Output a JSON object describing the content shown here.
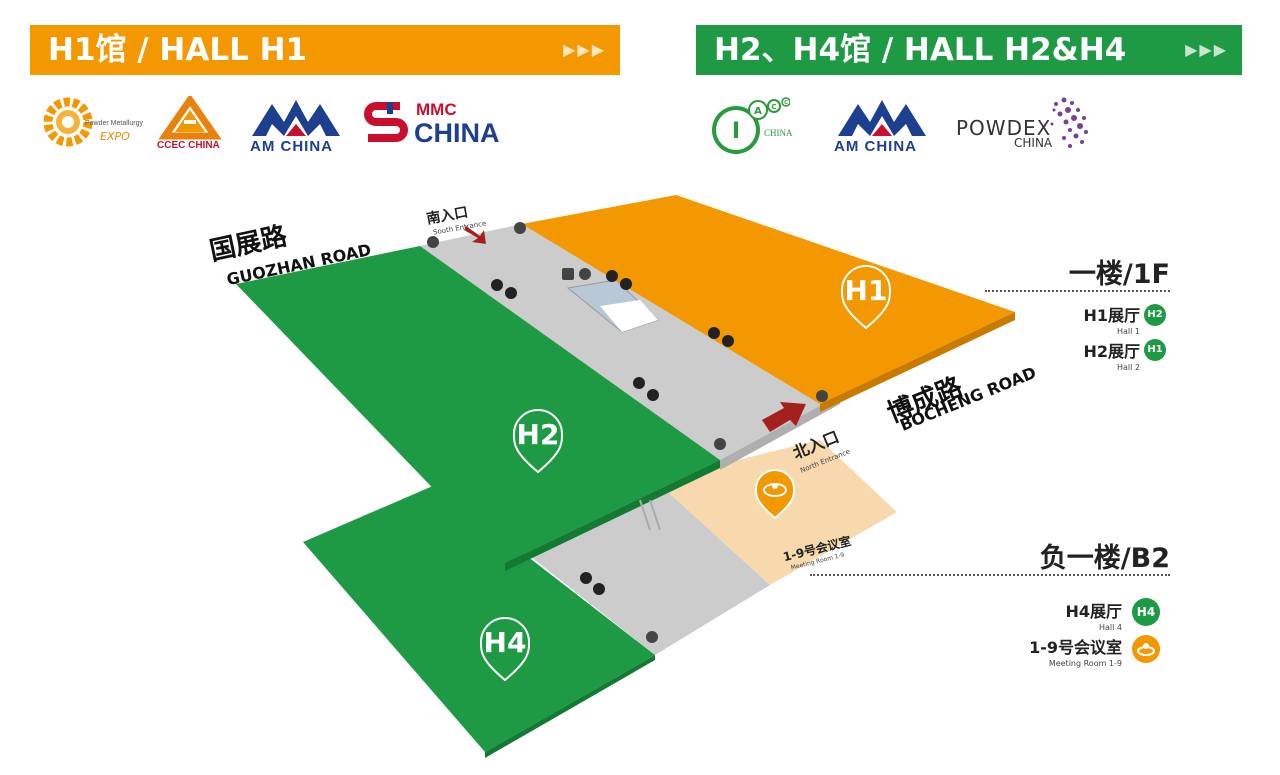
{
  "banners": {
    "h1": {
      "title": "H1馆 / HALL H1",
      "arrows": "▶▶▶"
    },
    "h2h4": {
      "title": "H2、H4馆 / HALL H2&H4",
      "arrows": "▶▶▶"
    }
  },
  "logos": {
    "pm_expo": {
      "line1": "Powder Metallurgy",
      "line2": "EXPO"
    },
    "ccec": {
      "text": "CCEC CHINA"
    },
    "am_china_1": {
      "text": "AM CHINA"
    },
    "mmc": {
      "top": "MMC",
      "bottom": "CHINA"
    },
    "iacc": {
      "letters": [
        "I",
        "A",
        "C",
        "C"
      ],
      "text": "CHINA"
    },
    "am_china_2": {
      "text": "AM CHINA"
    },
    "powdex": {
      "top": "POWDEX",
      "bottom": "CHINA"
    }
  },
  "roads": {
    "guozhan": {
      "zh": "国展路",
      "en": "GUOZHAN ROAD"
    },
    "bocheng": {
      "zh": "博成路",
      "en": "BOCHENG ROAD"
    }
  },
  "entrances": {
    "south": {
      "zh": "南入口",
      "en": "South Entrance"
    },
    "north": {
      "zh": "北入口",
      "en": "North Entrance"
    }
  },
  "halls": {
    "h1": {
      "label": "H1"
    },
    "h2": {
      "label": "H2"
    },
    "h4": {
      "label": "H4"
    },
    "meeting": {
      "zh": "1-9号会议室",
      "en": "Meeting Room 1-9"
    }
  },
  "legend": {
    "floor1": {
      "title": "一楼/1F",
      "items": [
        {
          "zh": "H1展厅",
          "en": "Hall 1",
          "badge": "H2"
        },
        {
          "zh": "H2展厅",
          "en": "Hall 2",
          "badge": "H1"
        }
      ]
    },
    "floorb2": {
      "title": "负一楼/B2",
      "items": [
        {
          "zh": "H4展厅",
          "en": "Hall 4",
          "badge": "H4"
        },
        {
          "zh": "1-9号会议室",
          "en": "Meeting Room 1-9"
        }
      ]
    }
  },
  "colors": {
    "orange": "#F39800",
    "green": "#1E9A45",
    "gray": "#CCCCCC",
    "peach": "#F8D9AE",
    "arrow_red": "#A3201E"
  },
  "icons": [
    "toilet-icon",
    "elevator-icon",
    "escalator-icon",
    "trash-icon",
    "map-pin-icon",
    "meeting-room-icon"
  ]
}
